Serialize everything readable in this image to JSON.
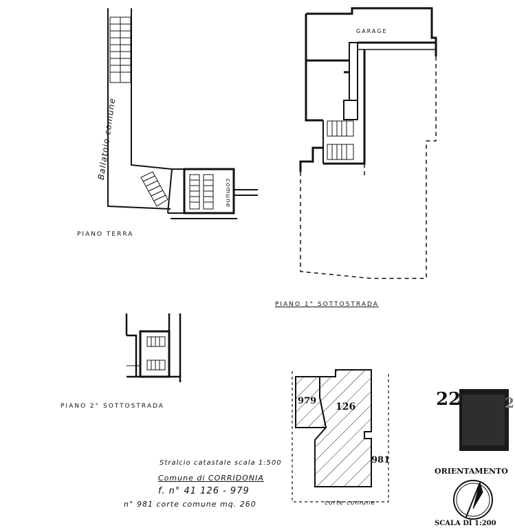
{
  "labels": {
    "ballatoio": "Ballatoio comune",
    "comune_vertical": "comune",
    "piano_terra": "PIANO TERRA",
    "garage": "GARAGE",
    "piano_1": "PIANO 1° SOTTOSTRADA",
    "piano_2": "PIANO 2° SOTTOSTRADA",
    "parcel_979": "979",
    "parcel_126": "126",
    "parcel_981": "981",
    "corte_comune_map": "corte comune",
    "stralcio": "Stralcio catastale scala 1:500",
    "comune_di": "Comune di CORRIDONIA",
    "foglio": "f. n° 41 126 - 979",
    "n981": "n° 981 corte comune mq. 260",
    "stamp_number": "22",
    "stamp_tail": "2",
    "orientamento": "ORIENTAMENTO",
    "scala": "SCALA DI 1:200"
  },
  "icons": {
    "compass": "north-arrow-icon",
    "stamp": "stamp-icon"
  }
}
